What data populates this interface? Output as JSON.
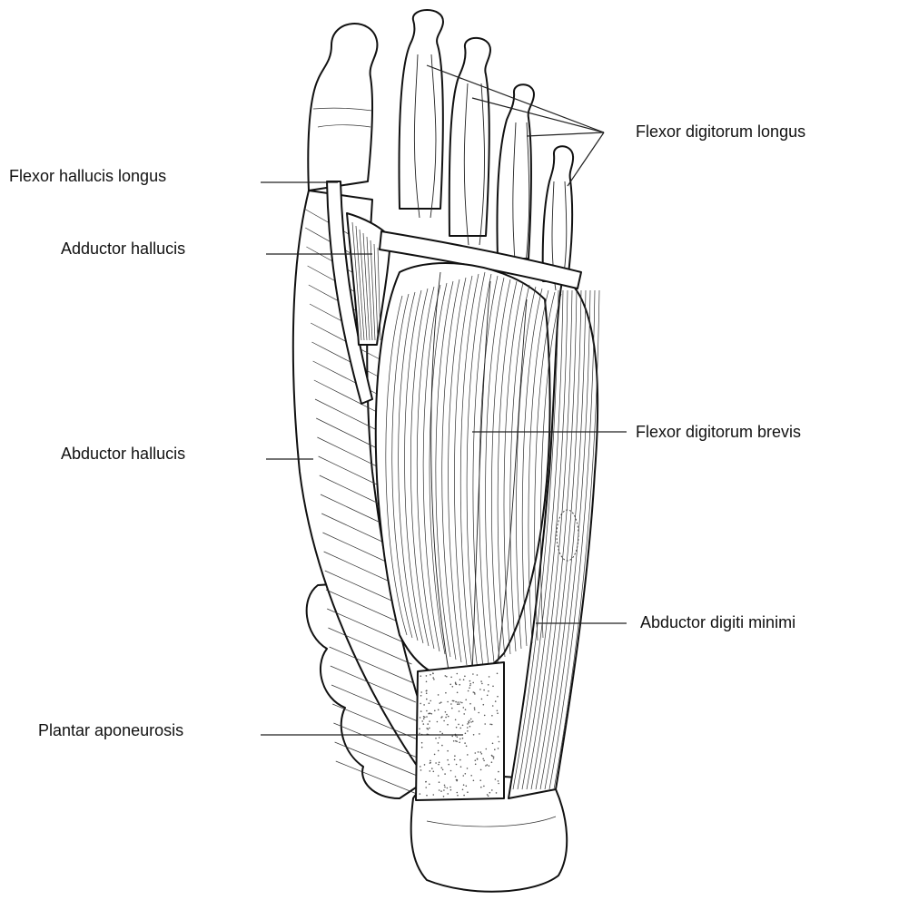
{
  "figure": {
    "labels": {
      "flexor_hallucis_longus": "Flexor hallucis longus",
      "adductor_hallucis": "Adductor hallucis",
      "abductor_hallucis": "Abductor hallucis",
      "plantar_aponeurosis": "Plantar aponeurosis",
      "flexor_digitorum_longus": "Flexor digitorum longus",
      "flexor_digitorum_brevis": "Flexor digitorum brevis",
      "abductor_digiti_minimi": "Abductor digiti minimi"
    }
  }
}
